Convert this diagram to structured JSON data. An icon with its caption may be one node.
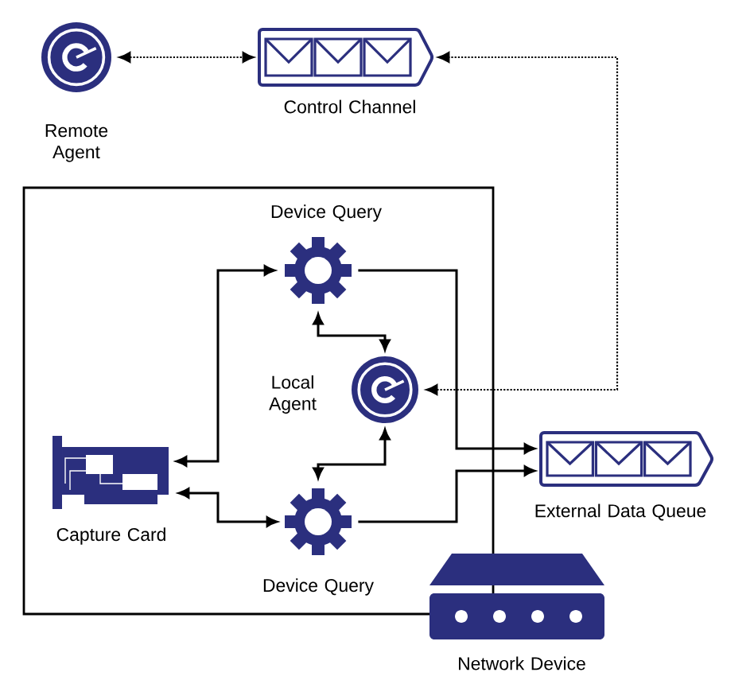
{
  "diagram": {
    "nodes": [
      {
        "text": [
          "Remote Agent"
        ]
      },
      {
        "text": [
          "Control Channel"
        ]
      },
      {
        "text": [],
        "shape": "box"
      },
      {
        "text": [
          "Device Query"
        ],
        "in": 2
      },
      {
        "text": [
          "Local Agent"
        ],
        "in": 2
      },
      {
        "text": [
          "Capture Card"
        ],
        "in": 2
      },
      {
        "text": [
          "Device Query"
        ],
        "in": 2
      },
      {
        "text": [
          "External Data Queue"
        ]
      },
      {
        "text": [
          "Network Device"
        ]
      }
    ],
    "edges": [
      {
        "from": 0,
        "to": 1,
        "arrow": "both",
        "style": "dashed"
      },
      {
        "from": 4,
        "to": 1,
        "arrow": "both",
        "style": "dashed"
      },
      {
        "from": 3,
        "to": 5,
        "arrow": "both"
      },
      {
        "from": 3,
        "to": 4,
        "arrow": "both"
      },
      {
        "from": 6,
        "to": 4,
        "arrow": "both"
      },
      {
        "from": 5,
        "to": 6,
        "arrow": "both"
      },
      {
        "from": 3,
        "to": 7,
        "arrow": "to"
      },
      {
        "from": 6,
        "to": 7,
        "arrow": "to"
      }
    ]
  }
}
